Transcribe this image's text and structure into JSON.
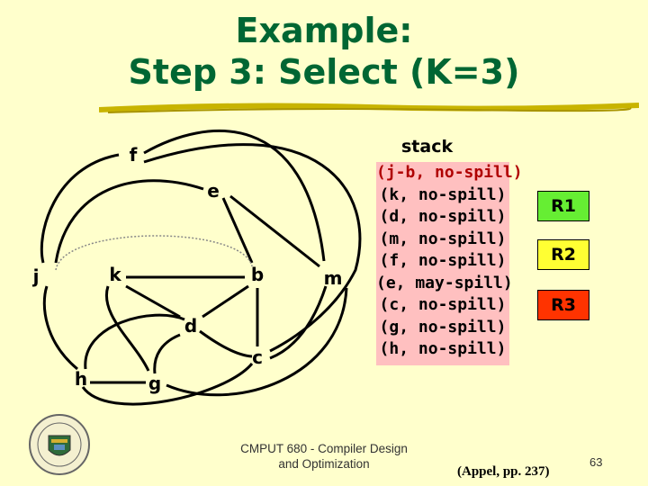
{
  "title": {
    "line1": "Example:",
    "line2": "Step 3: Select (K=3)"
  },
  "graph": {
    "nodes": {
      "f": "f",
      "e": "e",
      "j": "j",
      "k": "k",
      "b": "b",
      "m": "m",
      "d": "d",
      "c": "c",
      "h": "h",
      "g": "g"
    }
  },
  "stack": {
    "label": "stack",
    "items": [
      "(j-b, no-spill)",
      "(k, no-spill)",
      "(d, no-spill)",
      "(m, no-spill)",
      "(f, no-spill)",
      "(e, may-spill)",
      "(c, no-spill)",
      "(g, no-spill)",
      "(h, no-spill)"
    ]
  },
  "registers": [
    {
      "label": "R1",
      "color": "#66ee33"
    },
    {
      "label": "R2",
      "color": "#ffff33"
    },
    {
      "label": "R3",
      "color": "#ff3300"
    }
  ],
  "footer": {
    "line1": "CMPUT 680 - Compiler Design",
    "line2": "and Optimization",
    "citation": "(Appel, pp. 237)",
    "page": "63"
  },
  "colors": {
    "background": "#ffffcc",
    "title": "#006633",
    "stack_background": "#ffc0c0"
  },
  "logo_icon": "university-crest-icon"
}
